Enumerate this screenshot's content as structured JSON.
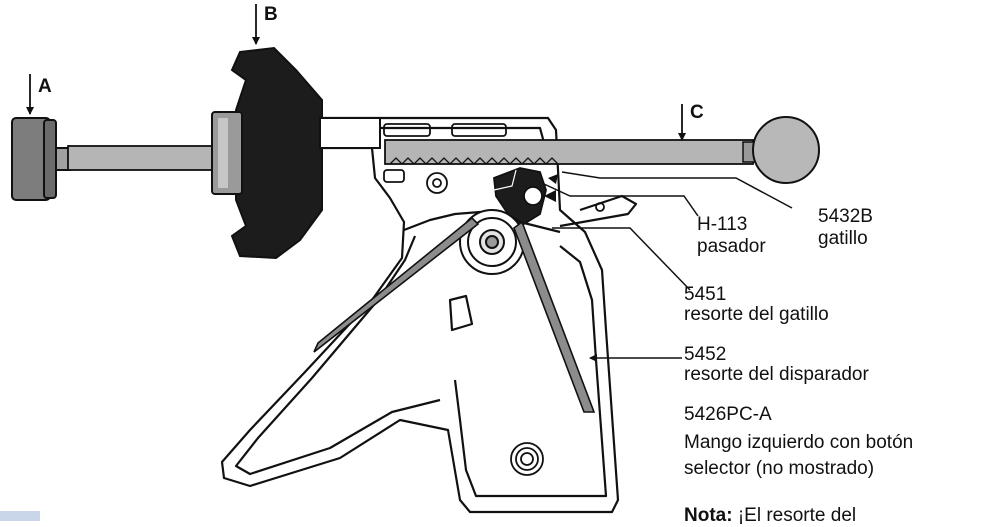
{
  "callouts": {
    "a": "A",
    "b": "B",
    "c": "C"
  },
  "labels": {
    "pin_code": "H-113",
    "pin_name": "pasador",
    "trigger_code": "5432B",
    "trigger_name": "gatillo",
    "trigger_spring_code": "5451",
    "trigger_spring_name": "resorte del gatillo",
    "release_spring_code": "5452",
    "release_spring_name": "resorte del disparador",
    "handle_code": "5426PC-A",
    "handle_line1": "Mango izquierdo con botón",
    "handle_line2": "selector (no mostrado)"
  },
  "note": {
    "bold": "Nota:",
    "text": " ¡El resorte del"
  },
  "colors": {
    "line": "#111111",
    "rod": "#b5b5b5",
    "spring": "#8c8c8c",
    "cap": "#7d7d7d",
    "dark": "#1c1c1c",
    "ball": "#b8b8b8",
    "corner": "#c9d6ea"
  }
}
